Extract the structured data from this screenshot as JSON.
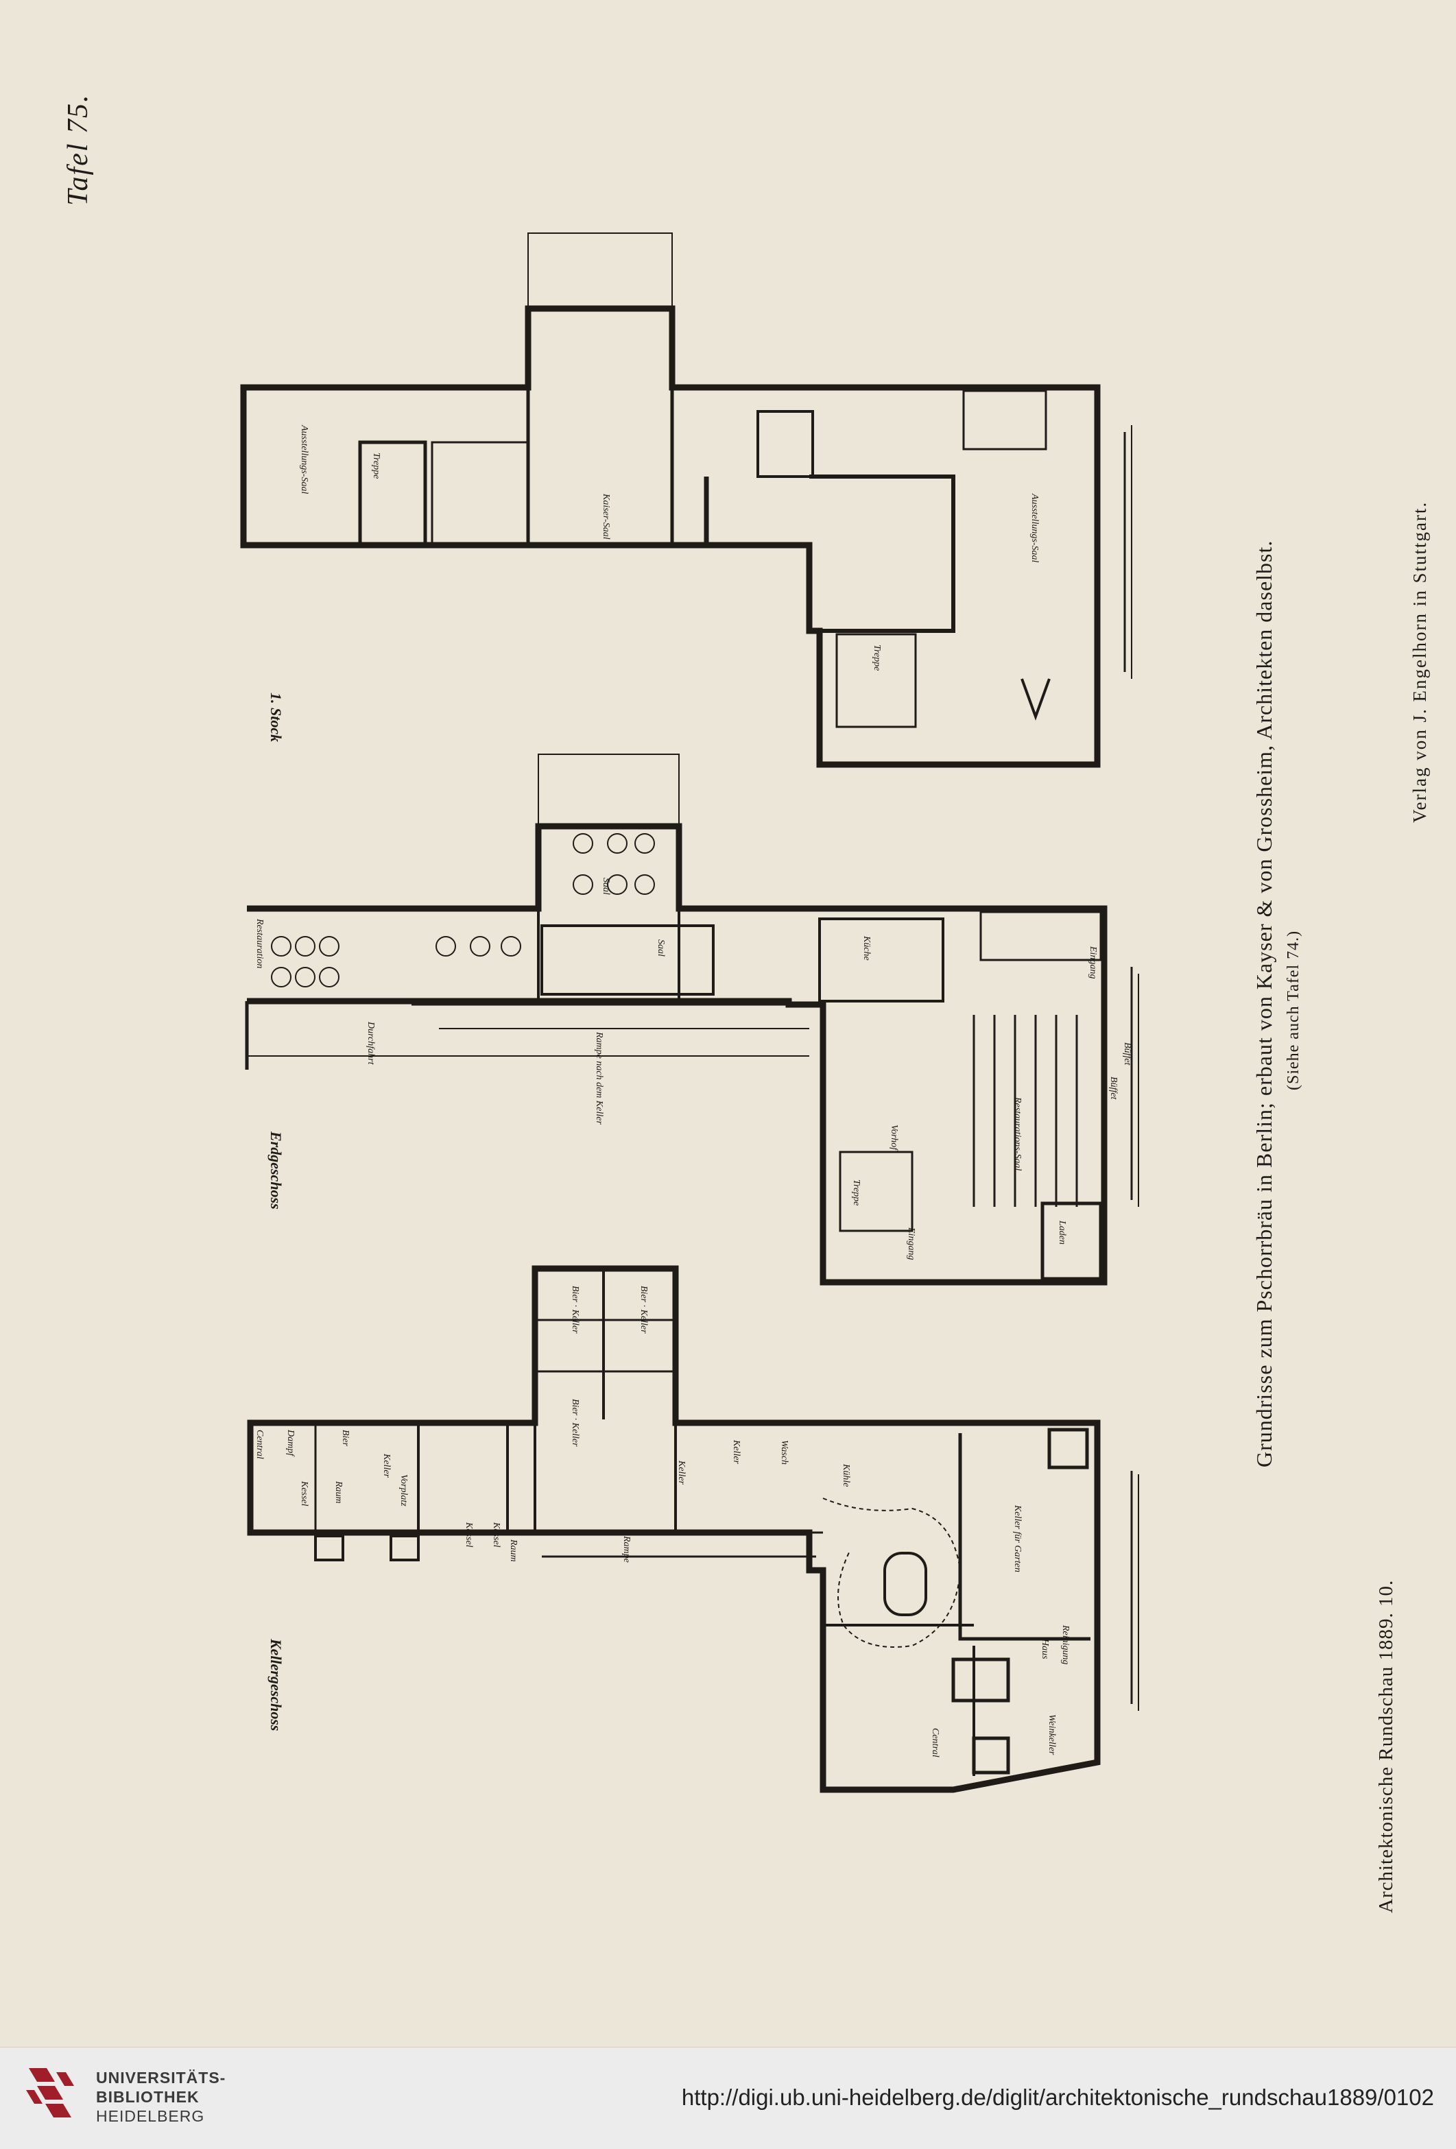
{
  "page": {
    "plate_number": "Tafel 75.",
    "caption": "Grundrisse zum Pschorrbräu in Berlin; erbaut von Kayser & von Grossheim, Architekten daselbst.",
    "caption_note": "(Siehe auch Tafel 74.)",
    "publisher": "Verlag von J. Engelhorn in Stuttgart.",
    "journal": "Architektonische Rundschau 1889. 10."
  },
  "plans": {
    "cellar": {
      "title": "Kellergeschoss",
      "rooms": [
        "Central",
        "Dampf",
        "Kessel",
        "Raum",
        "Bier",
        "Keller",
        "Vorplatz",
        "Kessel",
        "Kessel",
        "Raum",
        "Bier · Keller",
        "Bier · Keller",
        "Bier · Keller",
        "Keller",
        "Rampe",
        "Keller",
        "Wasch",
        "Kühle",
        "Keller für Garten",
        "Haus",
        "Reinigung",
        "Central",
        "Weinkeller"
      ]
    },
    "ground": {
      "title": "Erdgeschoss",
      "rooms": [
        "Restauration",
        "Saal",
        "Restaurations-Saal",
        "Saal",
        "Küche",
        "Eingang",
        "Büffet",
        "Treppe",
        "Vorhof",
        "Laden",
        "Eingang",
        "Durchfahrt",
        "Rampe nach dem Keller",
        "Büffet"
      ]
    },
    "first": {
      "title": "1. Stock",
      "rooms": [
        "Ausstellungs-Saal",
        "Treppe",
        "Kaiser-Saal",
        "Ausstellungs-Saal",
        "Treppe"
      ]
    }
  },
  "footer": {
    "library_line1": "UNIVERSITÄTS-",
    "library_line2": "BIBLIOTHEK",
    "library_line3": "HEIDELBERG",
    "url": "http://digi.ub.uni-heidelberg.de/diglit/architektonische_rundschau1889/0102"
  }
}
